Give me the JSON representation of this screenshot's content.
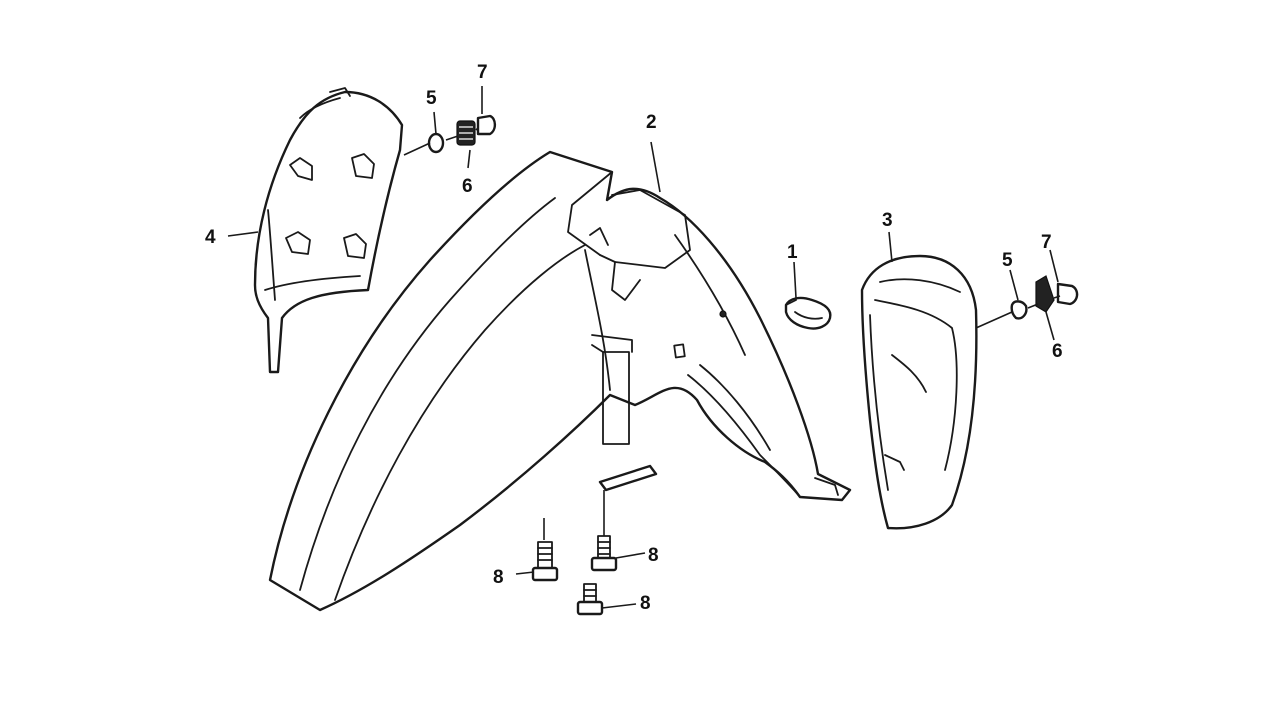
{
  "diagram": {
    "callouts": {
      "c1": "1",
      "c2": "2",
      "c3": "3",
      "c4": "4",
      "c5_left": "5",
      "c5_right": "5",
      "c6_left": "6",
      "c6_right": "6",
      "c7_left": "7",
      "c7_right": "7",
      "c8_a": "8",
      "c8_b": "8",
      "c8_c": "8"
    }
  }
}
